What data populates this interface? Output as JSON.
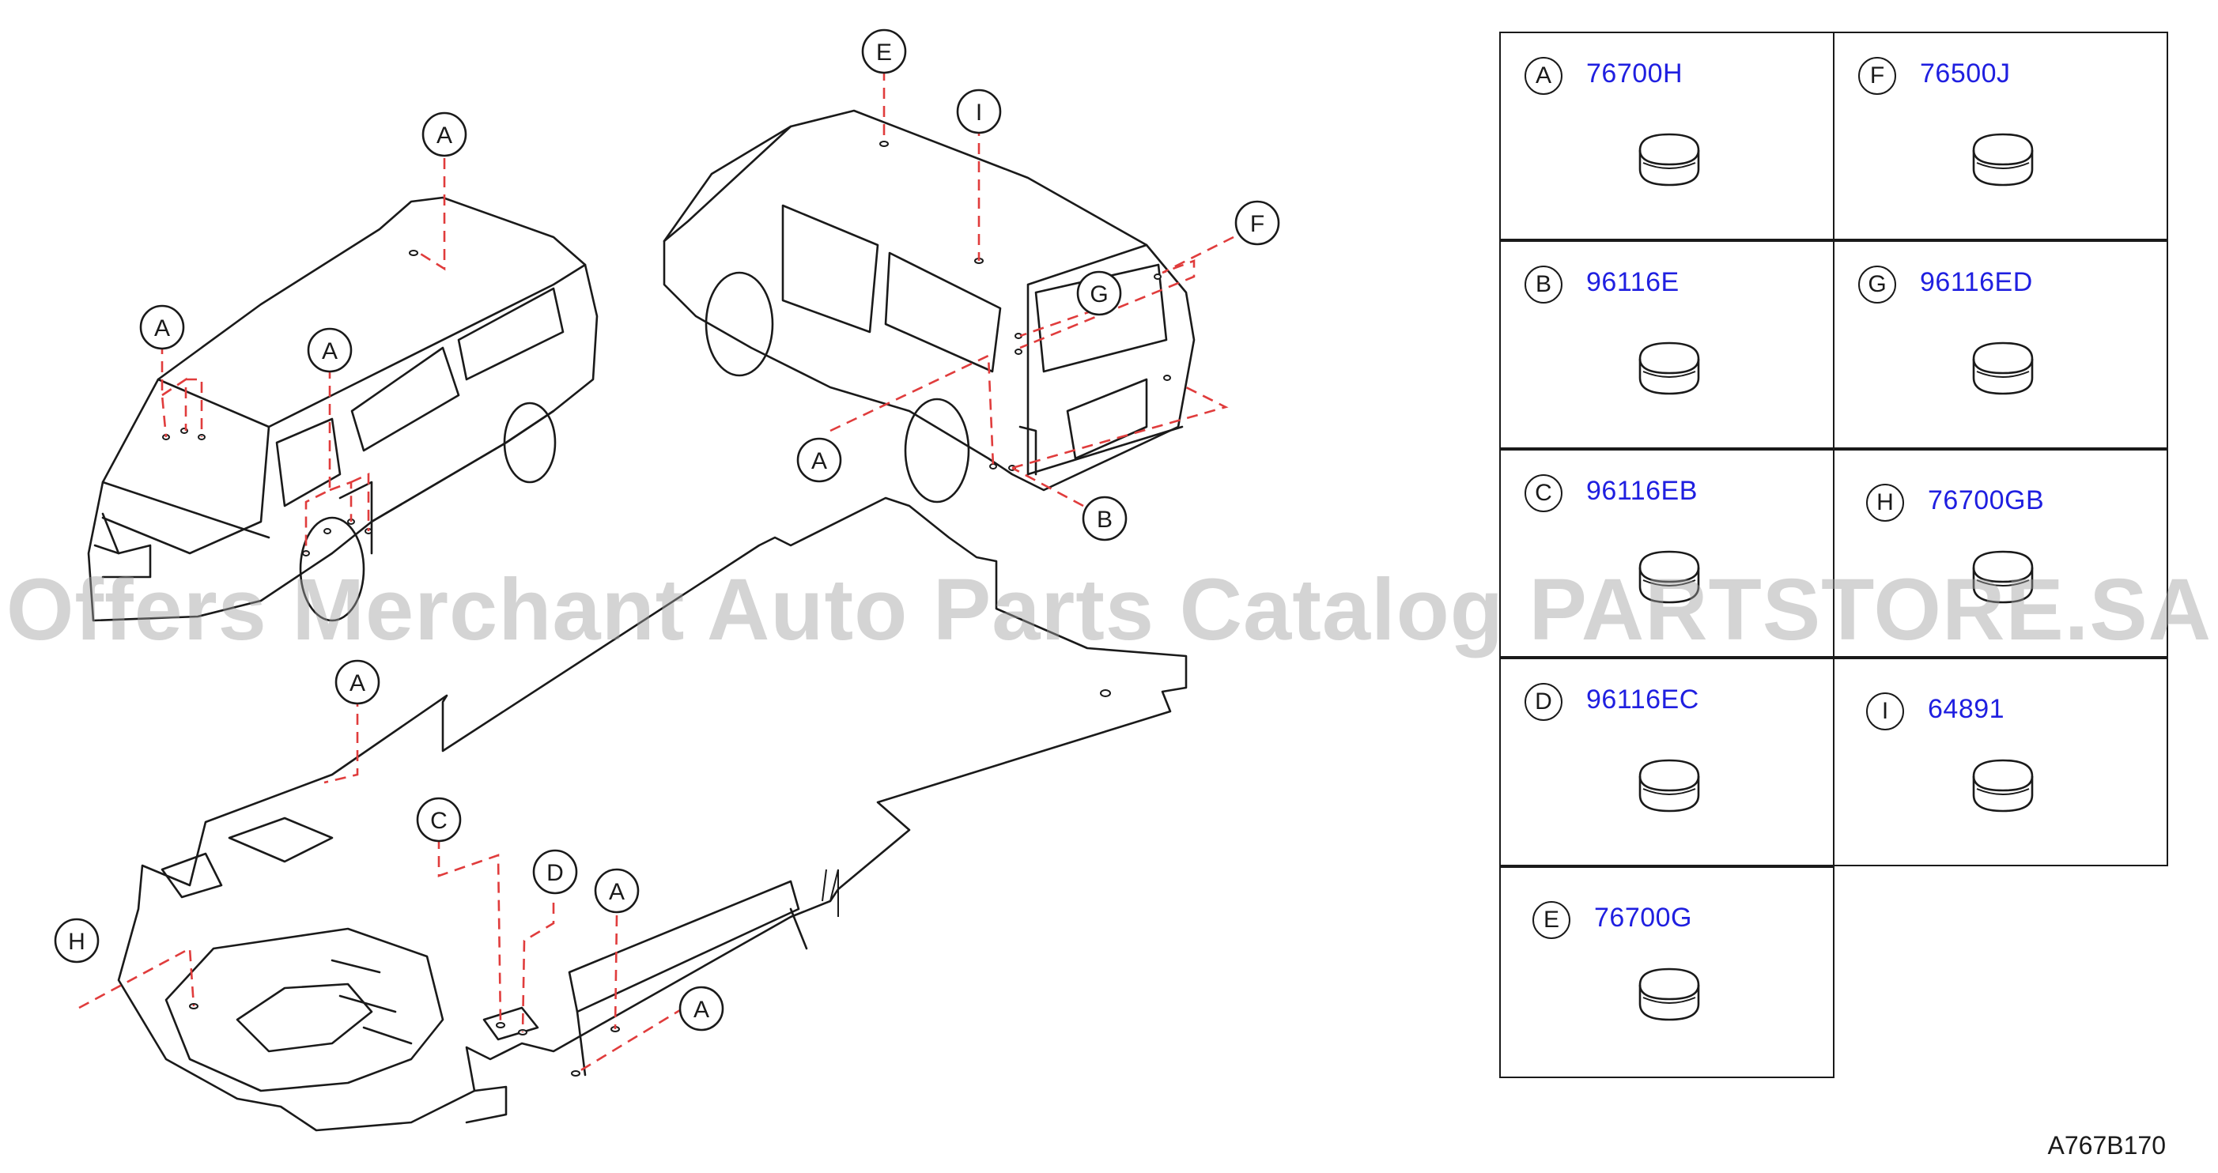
{
  "diagram": {
    "code": "A767B170",
    "callouts": [
      "A",
      "A",
      "A",
      "E",
      "I",
      "F",
      "G",
      "A",
      "B",
      "A",
      "C",
      "D",
      "A",
      "H",
      "A"
    ]
  },
  "legend": {
    "items": [
      {
        "letter": "A",
        "part_number": "76700H"
      },
      {
        "letter": "F",
        "part_number": "76500J"
      },
      {
        "letter": "B",
        "part_number": "96116E"
      },
      {
        "letter": "G",
        "part_number": "96116ED"
      },
      {
        "letter": "C",
        "part_number": "96116EB"
      },
      {
        "letter": "H",
        "part_number": "76700GB"
      },
      {
        "letter": "D",
        "part_number": "96116EC"
      },
      {
        "letter": "I",
        "part_number": "64891"
      },
      {
        "letter": "E",
        "part_number": "76700G"
      }
    ]
  },
  "watermark": "Offers Merchant Auto Parts Catalog PARTSTORE.SA",
  "colors": {
    "part_number": "#1f1fe0",
    "leader_line": "#e03c3c",
    "line_art": "#1a1a1a"
  }
}
